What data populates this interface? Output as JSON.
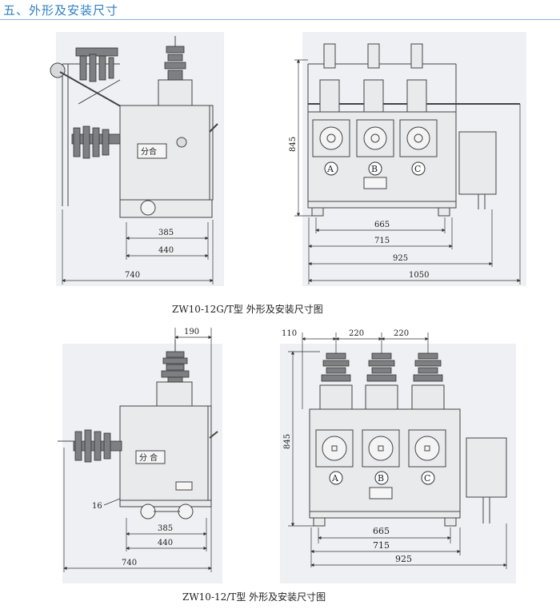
{
  "header": {
    "title": "五、外形及安装尺寸"
  },
  "diagram1": {
    "caption": "ZW10-12G/T型  外形及安装尺寸图",
    "side_view": {
      "dims": {
        "d385": "385",
        "d440": "440",
        "d740": "740"
      },
      "switch_label": "分合"
    },
    "front_view": {
      "dims": {
        "h845": "845",
        "d665": "665",
        "d715": "715",
        "d925": "925",
        "d1050": "1050"
      },
      "phases": [
        "A",
        "B",
        "C"
      ]
    }
  },
  "diagram2": {
    "caption": "ZW10-12/T型  外形及安装尺寸图",
    "side_view": {
      "dims": {
        "d190": "190",
        "d385": "385",
        "d440": "440",
        "d740": "740",
        "d16": "16"
      },
      "switch_label": "分 合"
    },
    "front_view": {
      "dims": {
        "d110": "110",
        "d220a": "220",
        "d220b": "220",
        "h845": "845",
        "d665": "665",
        "d715": "715",
        "d925": "925"
      },
      "phases": [
        "A",
        "B",
        "C"
      ]
    }
  }
}
